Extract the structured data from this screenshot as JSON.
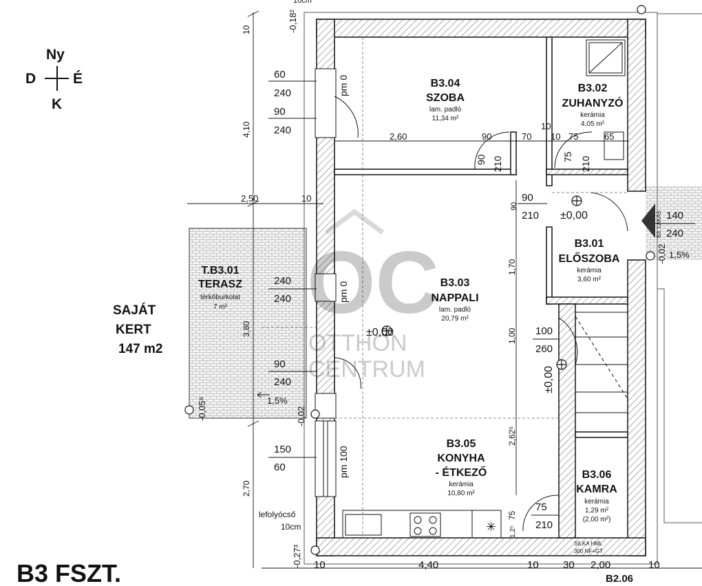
{
  "compass": {
    "north": "Ny",
    "west": "D",
    "east": "É",
    "south": "K"
  },
  "garden": {
    "line1": "SAJÁT",
    "line2": "KERT",
    "line3": "147 m2"
  },
  "title": "B3 FSZT.",
  "watermark": {
    "logo": "OC",
    "line1": "OTTHON",
    "line2": "CENTRUM"
  },
  "rooms": {
    "szoba": {
      "code": "B3.04",
      "name": "SZOBA",
      "floor": "lam. padló",
      "area": "11,34 m²"
    },
    "zuhanyzo": {
      "code": "B3.02",
      "name": "ZUHANYZÓ",
      "floor": "kerámia",
      "area": "4,05 m²"
    },
    "eloszoba": {
      "code": "B3.01",
      "name": "ELŐSZOBA",
      "floor": "kerámia",
      "area": "3,60 m²"
    },
    "nappali": {
      "code": "B3.03",
      "name": "NAPPALI",
      "floor": "lam. padló",
      "area": "20,79 m²"
    },
    "konyha": {
      "code": "B3.05",
      "name1": "KONYHA",
      "name2": "- ÉTKEZŐ",
      "floor": "kerámia",
      "area": "10,80 m²"
    },
    "kamra": {
      "code": "B3.06",
      "name": "KAMRA",
      "floor": "kerámia",
      "area": "1,29 m²",
      "area2": "(2,00 m²)"
    },
    "terasz": {
      "code": "T.B3.01",
      "name": "TERASZ",
      "floor": "térkőburkolat",
      "area": "7 m²"
    },
    "next": {
      "code": "B2.06"
    }
  },
  "levels": {
    "main": "±0,00",
    "entry": "±0,00",
    "stair": "±0,00",
    "lvl1": "-0,18²",
    "lvl2": "-0,05⁸",
    "lvl3": "-0,02",
    "lvl4": "-0,02",
    "lvl5": "-0,27³"
  },
  "labels": {
    "pm1": "pm 0",
    "pm2": "pm 0",
    "pm3": "pm 100",
    "slope1": "1,5%",
    "slope2": "1,5%",
    "lakas": "B3. LAKÁS",
    "lefolyo1": "lefolyócső",
    "lefolyo2": "10cm",
    "silka1": "SILKA HML",
    "silka2": "300 NF+GT",
    "top": "10cm"
  },
  "dims": {
    "w1a": "60",
    "w1b": "240",
    "w2a": "90",
    "w2b": "240",
    "w3a": "240",
    "w3b": "240",
    "w4a": "90",
    "w4b": "240",
    "w5a": "150",
    "w5b": "60",
    "h410": "4,10",
    "h380": "3,80",
    "h270": "2,70",
    "h10top": "10",
    "d250": "2,50",
    "d10a": "10",
    "d260": "2,60",
    "d90a": "90",
    "d70": "70",
    "d10b": "10",
    "d10c": "10",
    "d75": "75",
    "d65": "65",
    "dr90": "90",
    "dr210": "210",
    "dr75": "75",
    "dr210b": "210",
    "e90": "90",
    "e210": "210",
    "e90v": "90",
    "f140": "140",
    "f240": "240",
    "v170": "1,70",
    "v100": "1,00",
    "v262": "2,62⁵",
    "v75": "75",
    "v125": "1,2⁵",
    "s100": "100",
    "s260": "260",
    "k75": "75",
    "k210": "210",
    "b10": "10",
    "b440": "4,40",
    "b10b": "10",
    "b30": "30",
    "b200": "2,00",
    "b10c": "10"
  }
}
